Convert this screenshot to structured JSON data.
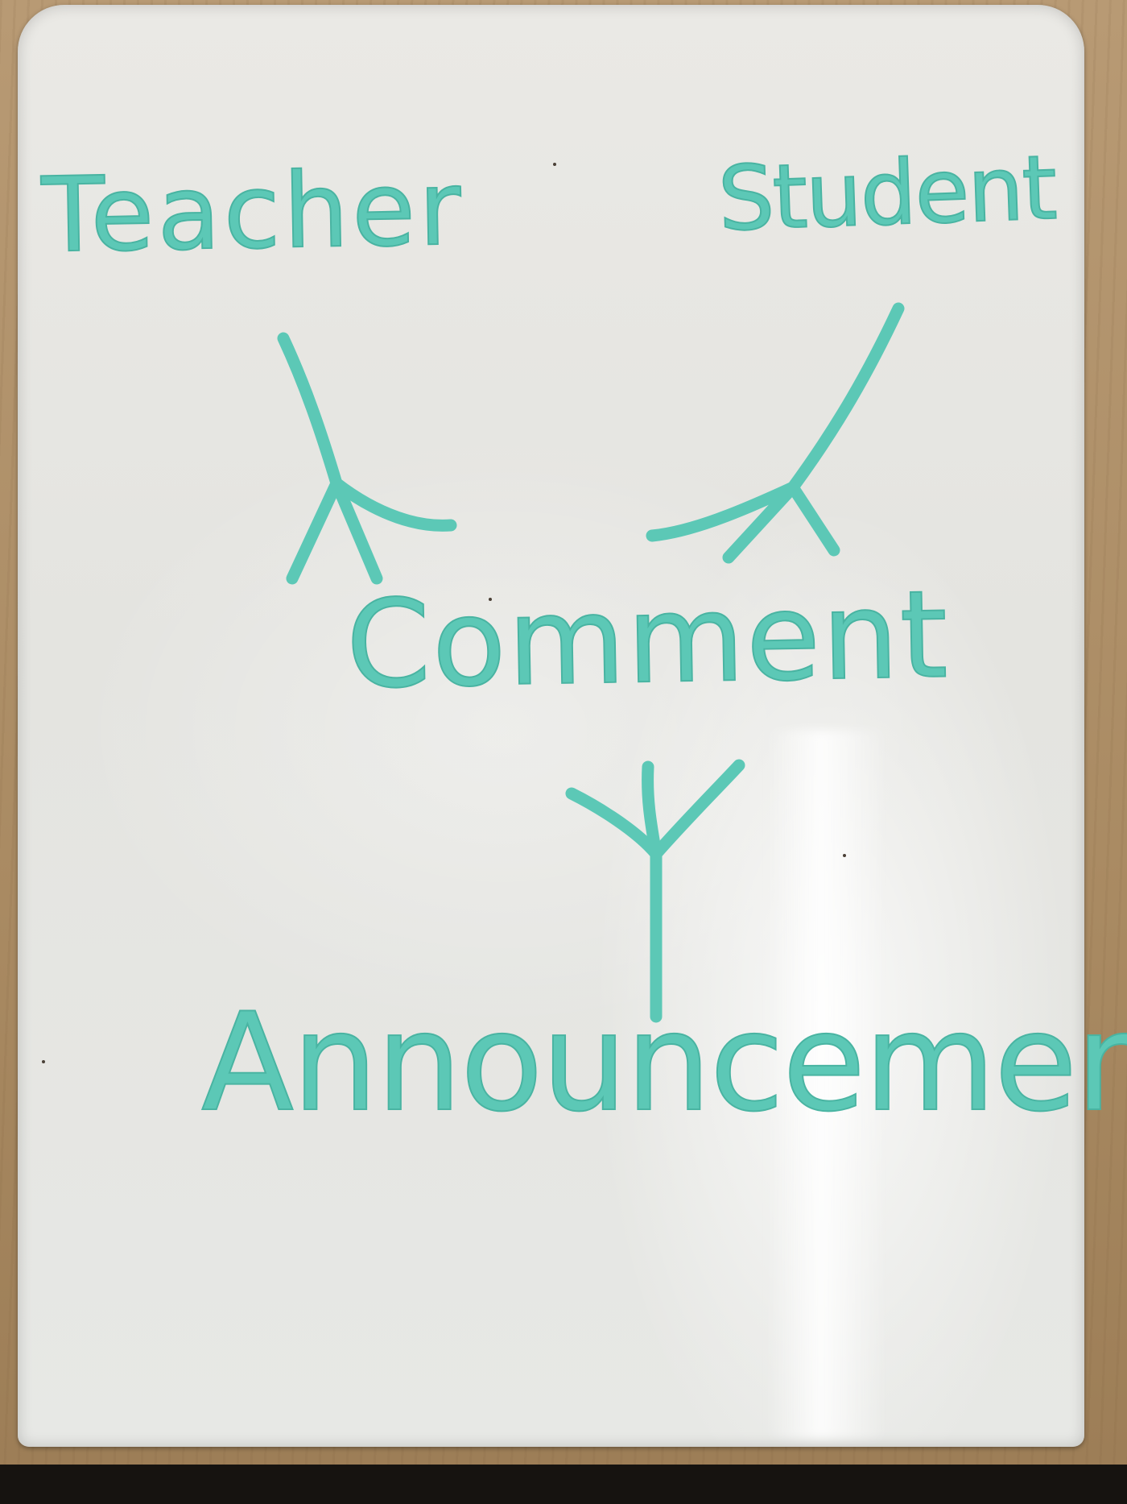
{
  "diagram": {
    "entities": {
      "teacher": "Teacher",
      "student": "Student",
      "comment": "Comment",
      "announcement": "Announcement"
    },
    "relationships": [
      {
        "from": "Teacher",
        "to": "Comment",
        "notation": "crow-foot-many"
      },
      {
        "from": "Student",
        "to": "Comment",
        "notation": "crow-foot-many"
      },
      {
        "from": "Announcement",
        "to": "Comment",
        "notation": "crow-foot-many"
      }
    ],
    "ink_color": "#5cc8b6",
    "board_color": "#e6e6e2"
  }
}
